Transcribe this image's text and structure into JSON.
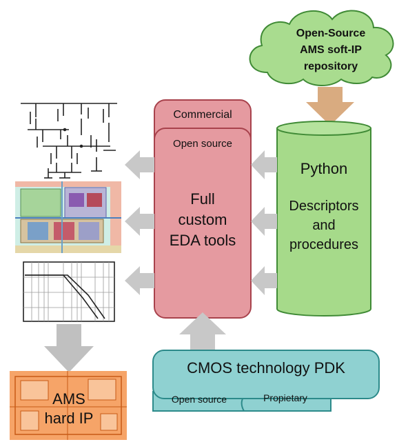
{
  "cloud": {
    "line1": "Open-Source",
    "line2": "AMS soft-IP",
    "line3": "repository"
  },
  "eda": {
    "back_tab": "Commercial",
    "front_tab": "Open source",
    "title_line1": "Full",
    "title_line2": "custom",
    "title_line3": "EDA tools"
  },
  "python": {
    "title": "Python",
    "desc_line1": "Descriptors",
    "desc_line2": "and",
    "desc_line3": "procedures"
  },
  "pdk": {
    "title": "CMOS technology PDK",
    "tab_open": "Open source",
    "tab_prop": "Propietary"
  },
  "hardip": {
    "line1": "AMS",
    "line2": "hard IP"
  },
  "colors": {
    "cloud": "#a9dc8f",
    "python": "#a6da8a",
    "eda": "#e59aa0",
    "pdk": "#8fd1d1",
    "arrow": "#c8c8c8",
    "cloud_arrow": "#d9ab80"
  },
  "icons": [
    "schematic-icon",
    "layout-icon",
    "bode-plot-icon",
    "hard-ip-layout-icon"
  ]
}
